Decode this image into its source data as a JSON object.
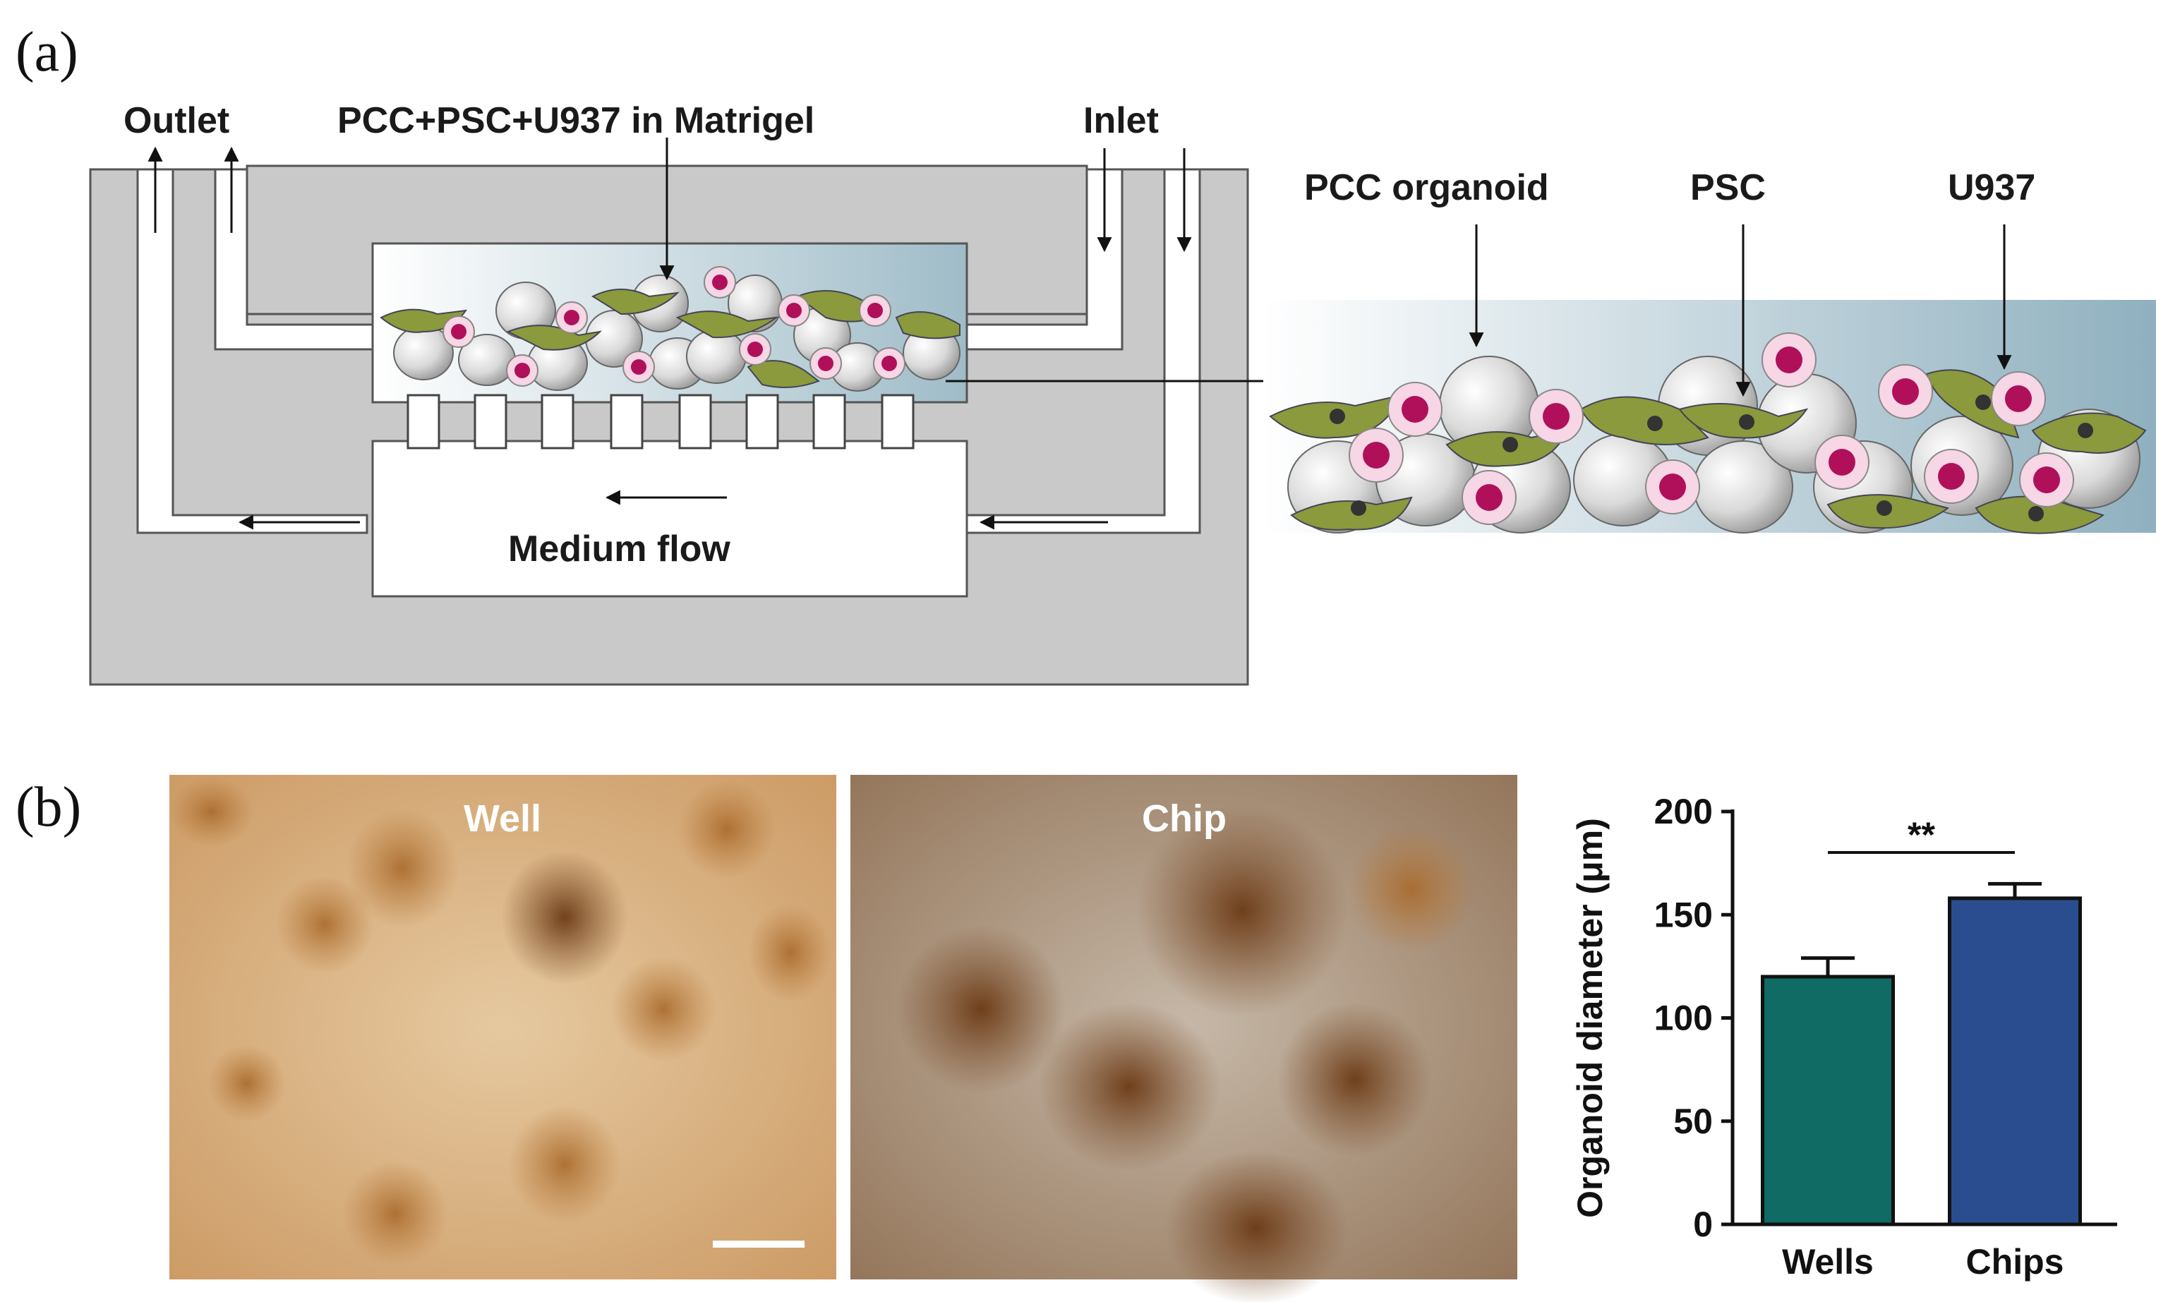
{
  "panel_a": {
    "label": "(a)",
    "outlet_label": "Outlet",
    "inlet_label": "Inlet",
    "matrigel_label": "PCC+PSC+U937 in Matrigel",
    "medium_flow_label": "Medium flow",
    "inset_labels": {
      "organoid": "PCC organoid",
      "psc": "PSC",
      "u937": "U937"
    }
  },
  "panel_b": {
    "label": "(b)",
    "photo_left_label": "Well",
    "photo_right_label": "Chip"
  },
  "colors": {
    "device_gray": "#c9c9c9",
    "psc_green": "#8a9a3c",
    "u937_magenta": "#b0105a",
    "bar_wells": "#0f6b63",
    "bar_chips": "#2a4d8f"
  },
  "chart_data": {
    "type": "bar",
    "categories": [
      "Wells",
      "Chips"
    ],
    "values": [
      120,
      158
    ],
    "errors": [
      9,
      7
    ],
    "ylabel": "Organoid diameter (μm)",
    "ylim": [
      0,
      200
    ],
    "yticks": [
      0,
      50,
      100,
      150,
      200
    ],
    "significance": "**",
    "legend": "none",
    "grid": false
  }
}
